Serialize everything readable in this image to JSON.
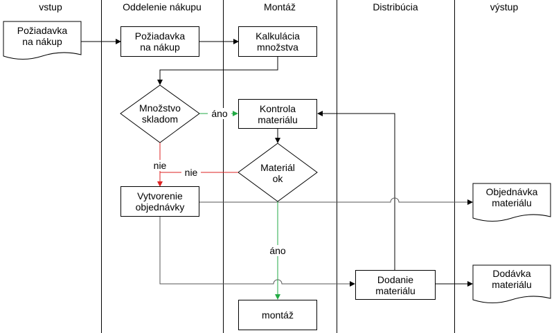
{
  "lanes": [
    "vstup",
    "Oddelenie nákupu",
    "Montáž",
    "Distribúcia",
    "výstup"
  ],
  "nodes": {
    "input_request": "Požiadavka\nna nákup",
    "purchase_request": "Požiadavka\nna nákup",
    "quantity_calc": "Kalkulácia\nmnožstva",
    "stock_decision": "Množstvo\nskladom",
    "material_check": "Kontrola\nmateriálu",
    "material_ok": "Materiál\nok",
    "create_order": "Vytvorenie\nobjednávky",
    "material_order": "Objednávka\nmateriálu",
    "material_delivery_task": "Dodanie\nmateriálu",
    "material_delivery_doc": "Dodávka\nmateriálu",
    "assembly": "montáž"
  },
  "edge_labels": {
    "yes_stock": "áno",
    "no_stock": "nie",
    "no_material": "nie",
    "yes_material": "áno"
  },
  "colors": {
    "yes": "#22aa44",
    "no": "#dd2222",
    "line": "#000000",
    "connector": "#555555"
  }
}
